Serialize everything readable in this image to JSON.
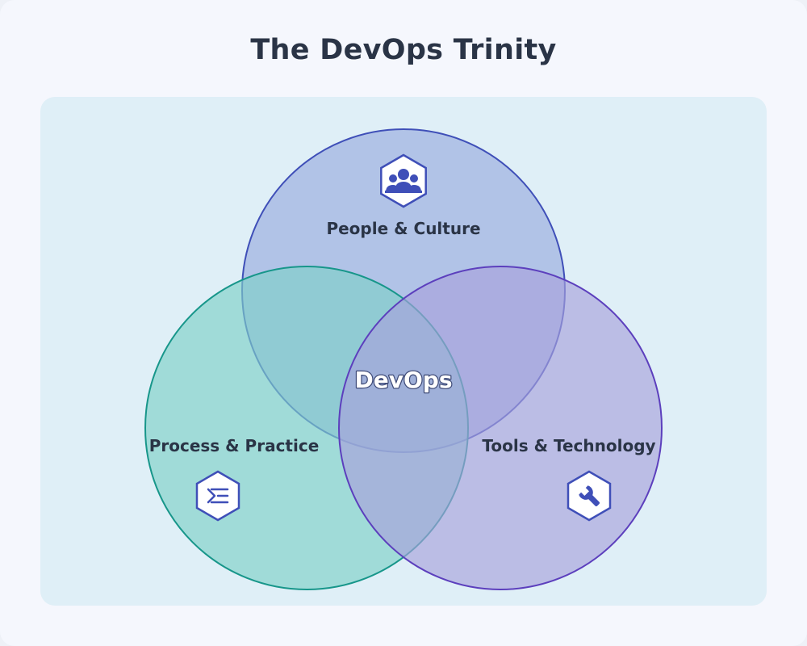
{
  "title": "The DevOps Trinity",
  "sets": [
    {
      "label": "People & Culture",
      "icon": "people-group-icon",
      "fill": "#9fb1e0",
      "stroke": "#3f4fb8"
    },
    {
      "label": "Process & Practice",
      "icon": "process-list-icon",
      "fill": "#7ecfc8",
      "stroke": "#17968a"
    },
    {
      "label": "Tools & Technology",
      "icon": "wrench-icon",
      "fill": "#a7a2db",
      "stroke": "#5c3fbd"
    }
  ],
  "center_label": "DevOps",
  "colors": {
    "page_bg": "#f5f7fd",
    "panel_bg": "#dfeff7",
    "text": "#2a3446",
    "icon_blue": "#3f4fb8"
  }
}
